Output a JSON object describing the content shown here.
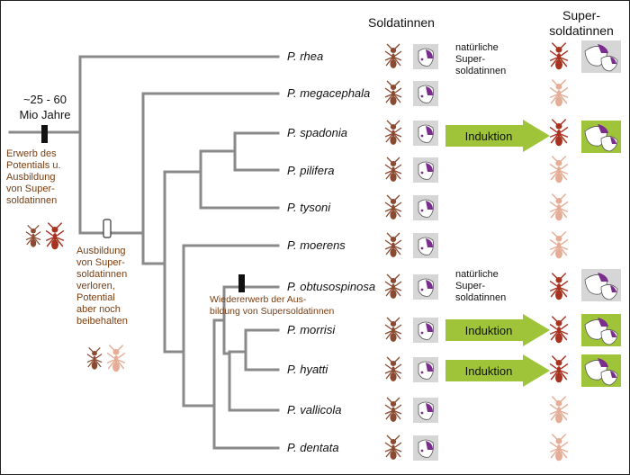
{
  "headers": {
    "soldiers": "Soldatinnen",
    "supersoldiers": "Super-\nsoldatinnen"
  },
  "time_label": "~25 - 60\nMio Jahre",
  "gain_note": "Erwerb des\nPotentials u.\nAusbildung\nvon Super-\nsoldatinnen",
  "loss_note": "Ausbildung\nvon Super-\nsoldatinnen\nverloren,\nPotential\naber noch\nbeibehalten",
  "regain_note": "Wiedererwerb der Aus-\nbildung von Supersoldatinnen",
  "natural_label": "natürliche\nSuper-\nsoldatinnen",
  "induction_label": "Induktion",
  "species": [
    "P. rhea",
    "P. megacephala",
    "P. spadonia",
    "P. pilifera",
    "P. tysoni",
    "P. moerens",
    "P. obtusospinosa",
    "P. morrisi",
    "P. hyatti",
    "P. vallicola",
    "P. dentata"
  ],
  "colors": {
    "branch": "#8a8a8a",
    "note_brown": "#7a3d10",
    "arrow_green": "#9fc43a",
    "tile_grey": "#d6d6d6",
    "purple": "#7b2d8e",
    "ant_dark_red": "#a83220",
    "ant_pale": "#e6ad96",
    "ant_brown": "#8a4a32"
  }
}
